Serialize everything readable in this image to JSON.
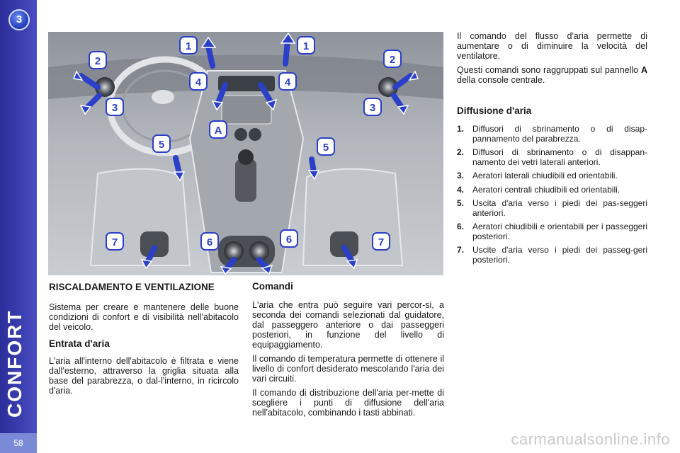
{
  "sidebar": {
    "chapter_number": "3",
    "section_label": "CONFORT",
    "page_number": "58"
  },
  "figure": {
    "callouts": [
      "1",
      "2",
      "3",
      "4",
      "5",
      "6",
      "7",
      "A"
    ]
  },
  "left_column": {
    "title": "RISCALDAMENTO E VENTILAZIONE",
    "intro": "Sistema per creare e mantenere delle buone condizioni di confort e di visibilità nell'abitacolo del veicolo.",
    "heading_entrata": "Entrata d'aria",
    "entrata_text": "L'aria all'interno dell'abitacolo è filtrata e viene dall'esterno, attraverso la griglia situata alla base del parabrezza, o dal-l'interno, in ricircolo d'aria."
  },
  "middle_column": {
    "heading": "Comandi",
    "paragraphs": [
      "L'aria che entra può seguire vari percor-si, a seconda dei comandi selezionati dal guidatore, dal passeggero anteriore o dai passeggeri posteriori, in funzione del livello di equipaggiamento.",
      "Il comando di temperatura permette di ottenere il livello di confort desiderato mescolando l'aria dei vari circuiti.",
      "Il comando di distribuzione dell'aria per-mette di scegliere i punti di diffusione dell'aria nell'abitacolo, combinando i tasti abbinati."
    ]
  },
  "right_column": {
    "intro_1": "Il comando del flusso d'aria permette di aumentare o di diminuire la velocità del ventilatore.",
    "intro_2_before": "Questi comandi sono raggruppati sul pannello ",
    "intro_2_bold": "A",
    "intro_2_after": " della console centrale.",
    "heading": "Diffusione d'aria",
    "items": [
      {
        "num": "1.",
        "text": "Diffusori di sbrinamento o di disap-pannamento del parabrezza."
      },
      {
        "num": "2.",
        "text": "Diffusori di sbrinamento o di disappan-namento dei vetri laterali anteriori."
      },
      {
        "num": "3.",
        "text": "Aeratori laterali chiudibili ed orientabili."
      },
      {
        "num": "4.",
        "text": "Aeratori centrali chiudibili ed orientabili."
      },
      {
        "num": "5.",
        "text": "Uscita d'aria verso i piedi dei pas-seggeri anteriori."
      },
      {
        "num": "6.",
        "text": "Aeratori chiudibili e orientabili per i passeggeri posteriori."
      },
      {
        "num": "7.",
        "text": "Uscite d'aria verso i piedi dei passeg-geri posteriori."
      }
    ]
  },
  "footer": {
    "watermark": "carmanualsonline.info"
  },
  "colors": {
    "sidebar": "#3b3fb0",
    "arrow_blue": "#2b3fc8",
    "figure_bg": "#b9bcc2"
  }
}
